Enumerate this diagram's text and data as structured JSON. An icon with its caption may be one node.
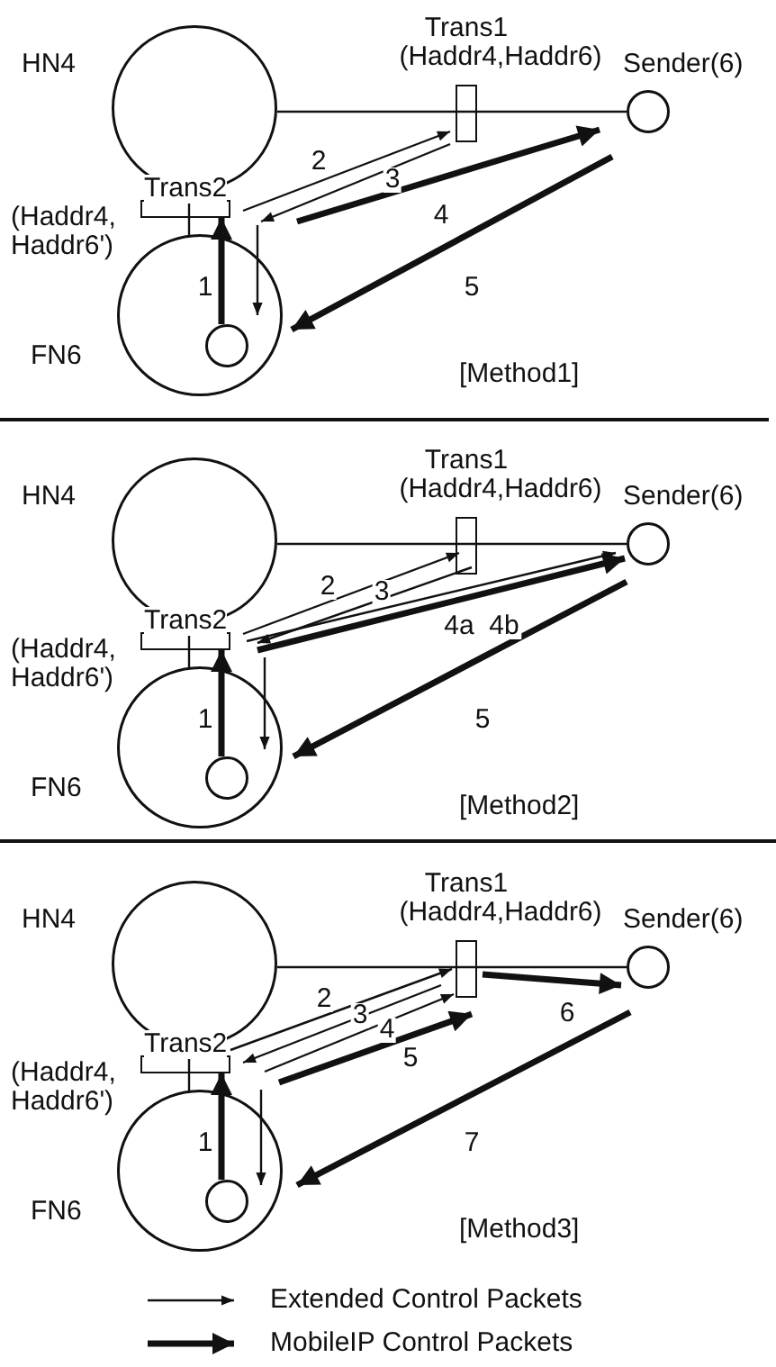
{
  "diagram": {
    "nodes": [
      {
        "text": [],
        "shape": "circle",
        "beside": [
          "HN4"
        ]
      },
      {
        "text": [],
        "shape": "box",
        "beside": [
          "Trans1",
          "(Haddr4,Haddr6)"
        ]
      },
      {
        "text": [],
        "shape": "circle",
        "beside": [
          "Sender(6)"
        ]
      },
      {
        "text": [],
        "shape": "box",
        "beside": [
          "Trans2",
          "(Haddr4, Haddr6')"
        ]
      },
      {
        "text": [],
        "shape": "circle",
        "beside": [
          "FN6"
        ]
      },
      {
        "text": [],
        "shape": "circle",
        "in": 4
      },
      {
        "text": [],
        "shape": "circle",
        "beside": [
          "HN4"
        ]
      },
      {
        "text": [],
        "shape": "box",
        "beside": [
          "Trans1",
          "(Haddr4,Haddr6)"
        ]
      },
      {
        "text": [],
        "shape": "circle",
        "beside": [
          "Sender(6)"
        ]
      },
      {
        "text": [],
        "shape": "box",
        "beside": [
          "Trans2",
          "(Haddr4, Haddr6')"
        ]
      },
      {
        "text": [],
        "shape": "circle",
        "beside": [
          "FN6"
        ]
      },
      {
        "text": [],
        "shape": "circle",
        "in": 10
      },
      {
        "text": [],
        "shape": "circle",
        "beside": [
          "HN4"
        ]
      },
      {
        "text": [],
        "shape": "box",
        "beside": [
          "Trans1",
          "(Haddr4,Haddr6)"
        ]
      },
      {
        "text": [],
        "shape": "circle",
        "beside": [
          "Sender(6)"
        ]
      },
      {
        "text": [],
        "shape": "box",
        "beside": [
          "Trans2",
          "(Haddr4, Haddr6')"
        ]
      },
      {
        "text": [],
        "shape": "circle",
        "beside": [
          "FN6"
        ]
      },
      {
        "text": [],
        "shape": "circle",
        "in": 16
      }
    ],
    "edges": [
      {
        "from": 0,
        "to": 2,
        "arrow": "none"
      },
      {
        "from": 0,
        "to": 4,
        "arrow": "none"
      },
      {
        "from": 5,
        "to": 3,
        "arrow": "to",
        "label": "1",
        "style": "thick"
      },
      {
        "from": 3,
        "to": 1,
        "arrow": "to",
        "label": "2"
      },
      {
        "from": 1,
        "to": 3,
        "arrow": "to",
        "label": "3"
      },
      {
        "from": 3,
        "to": 4,
        "arrow": "to"
      },
      {
        "from": 3,
        "to": 2,
        "arrow": "to",
        "label": "4",
        "style": "thick"
      },
      {
        "from": 2,
        "to": 4,
        "arrow": "to",
        "label": "5",
        "style": "thick"
      },
      {
        "from": 6,
        "to": 8,
        "arrow": "none"
      },
      {
        "from": 6,
        "to": 10,
        "arrow": "none"
      },
      {
        "from": 11,
        "to": 9,
        "arrow": "to",
        "label": "1",
        "style": "thick"
      },
      {
        "from": 9,
        "to": 7,
        "arrow": "to",
        "label": "2"
      },
      {
        "from": 7,
        "to": 9,
        "arrow": "to",
        "label": "3"
      },
      {
        "from": 9,
        "to": 8,
        "arrow": "to",
        "label": "4a"
      },
      {
        "from": 9,
        "to": 8,
        "arrow": "to",
        "label": "4b",
        "style": "thick"
      },
      {
        "from": 8,
        "to": 10,
        "arrow": "to",
        "label": "5",
        "style": "thick"
      },
      {
        "from": 9,
        "to": 10,
        "arrow": "to"
      },
      {
        "from": 12,
        "to": 14,
        "arrow": "none"
      },
      {
        "from": 12,
        "to": 16,
        "arrow": "none"
      },
      {
        "from": 17,
        "to": 15,
        "arrow": "to",
        "label": "1",
        "style": "thick"
      },
      {
        "from": 15,
        "to": 13,
        "arrow": "to",
        "label": "2"
      },
      {
        "from": 13,
        "to": 15,
        "arrow": "to",
        "label": "3"
      },
      {
        "from": 15,
        "to": 13,
        "arrow": "to",
        "label": "4"
      },
      {
        "from": 15,
        "to": 13,
        "arrow": "to",
        "label": "5",
        "style": "thick"
      },
      {
        "from": 13,
        "to": 14,
        "arrow": "to",
        "label": "6",
        "style": "thick"
      },
      {
        "from": 14,
        "to": 16,
        "arrow": "to",
        "label": "7",
        "style": "thick"
      },
      {
        "from": 15,
        "to": 16,
        "arrow": "to"
      }
    ],
    "labels": [
      "[Method1]",
      "[Method2]",
      "[Method3]"
    ],
    "legend": [
      {
        "text": "Extended Control Packets"
      },
      {
        "text": "MobileIP Control Packets"
      }
    ]
  }
}
